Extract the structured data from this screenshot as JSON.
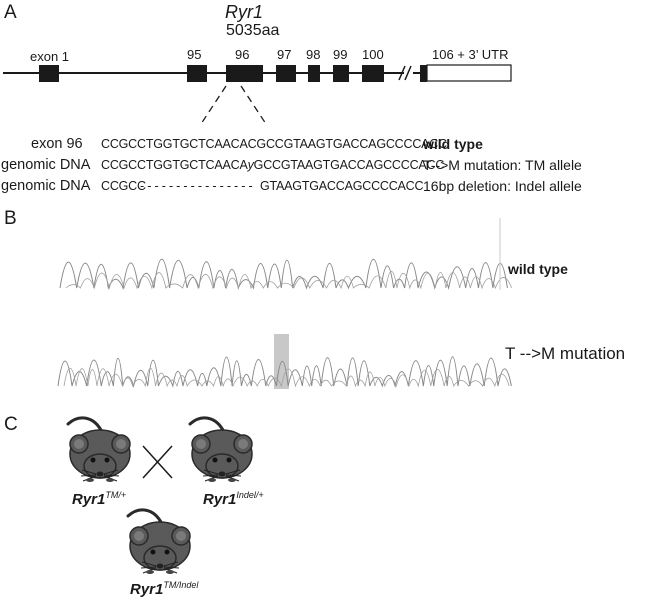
{
  "panels": {
    "a": "A",
    "b": "B",
    "c": "C"
  },
  "gene": {
    "name": "Ryr1",
    "length": "5035aa"
  },
  "exons": {
    "exon1": "exon 1",
    "e95": "95",
    "e96": "96",
    "e97": "97",
    "e98": "98",
    "e99": "99",
    "e100": "100",
    "e106": "106 + 3’ UTR"
  },
  "sequences": [
    {
      "label": "exon 96",
      "seq_a": "CCGCCTGGTGCTCAACACGCCGTAAGTGACCAGCCCCACC",
      "status": "wild type",
      "status_bold": true
    },
    {
      "label": "genomic DNA",
      "seq_a": "CCGCCTGGTGCTCAACA",
      "seq_var": "y",
      "seq_b": "GCCGTAAGTGACCAGCCCCACC",
      "status": "T-->M mutation: TM allele"
    },
    {
      "label": "genomic DNA",
      "seq_a": "CCGCC",
      "seq_gap": "- - - - - - - - - - - - - - - -",
      "seq_b": "GTAAGTGACCAGCCCCACC",
      "status": "16bp deletion: Indel allele"
    }
  ],
  "traces": {
    "wt_label": "wild type",
    "mut_label": "T -->M mutation"
  },
  "mice": {
    "m1": {
      "base": "Ryr1",
      "sup": "TM/+"
    },
    "m2": {
      "base": "Ryr1",
      "sup": "Indel/+"
    },
    "m3": {
      "base": "Ryr1",
      "sup": "TM/Indel"
    }
  },
  "colors": {
    "exon_fill": "#1a1a1a",
    "trace": "#888888",
    "highlight": "#c8c8c8",
    "mouse_body": "#5a5a5a"
  }
}
